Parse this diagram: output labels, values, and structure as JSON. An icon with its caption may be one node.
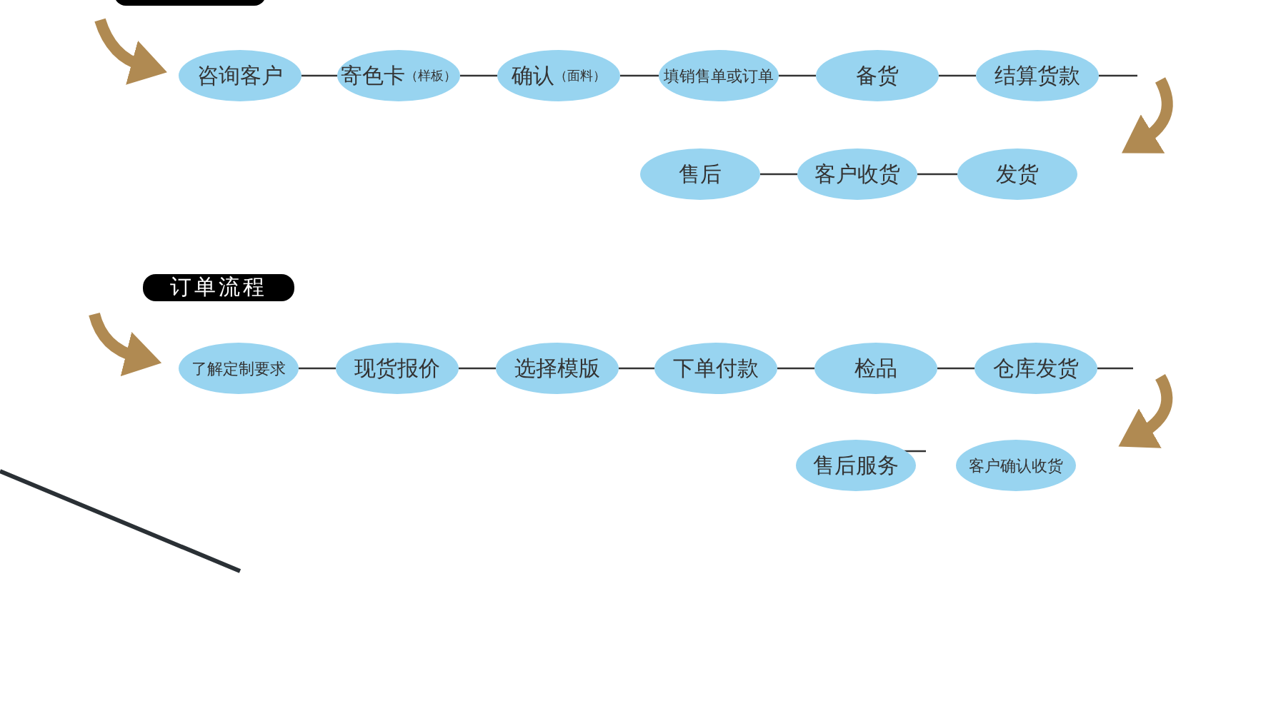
{
  "diagram": {
    "nodes": [
      {
        "text": [
          "咨询客户"
        ]
      },
      {
        "text": [
          "寄色卡",
          "（样板）"
        ]
      },
      {
        "text": [
          "确认",
          "（面料）"
        ]
      },
      {
        "text": [
          "填销售单或订单"
        ]
      },
      {
        "text": [
          "备货"
        ]
      },
      {
        "text": [
          "结算货款"
        ]
      },
      {
        "text": [
          "售后"
        ]
      },
      {
        "text": [
          "客户收货"
        ]
      },
      {
        "text": [
          "发货"
        ]
      },
      {
        "text": [
          "了解定制要求"
        ]
      },
      {
        "text": [
          "现货报价"
        ]
      },
      {
        "text": [
          "选择模版"
        ]
      },
      {
        "text": [
          "下单付款"
        ]
      },
      {
        "text": [
          "检品"
        ]
      },
      {
        "text": [
          "仓库发货"
        ]
      },
      {
        "text": [
          "售后服务"
        ]
      },
      {
        "text": [
          "客户确认收货"
        ]
      }
    ],
    "edges": [
      {
        "from": 0,
        "to": 1,
        "arrow": "none"
      },
      {
        "from": 1,
        "to": 2,
        "arrow": "none"
      },
      {
        "from": 2,
        "to": 3,
        "arrow": "none"
      },
      {
        "from": 3,
        "to": 4,
        "arrow": "none"
      },
      {
        "from": 4,
        "to": 5,
        "arrow": "none"
      },
      {
        "from": 5,
        "to": null,
        "arrow": "none"
      },
      {
        "from": 8,
        "to": 7,
        "arrow": "none"
      },
      {
        "from": 7,
        "to": 6,
        "arrow": "none"
      },
      {
        "from": 9,
        "to": 10,
        "arrow": "none"
      },
      {
        "from": 10,
        "to": 11,
        "arrow": "none"
      },
      {
        "from": 11,
        "to": 12,
        "arrow": "none"
      },
      {
        "from": 12,
        "to": 13,
        "arrow": "none"
      },
      {
        "from": 13,
        "to": 14,
        "arrow": "none"
      },
      {
        "from": 14,
        "to": null,
        "arrow": "none"
      },
      {
        "from": 15,
        "to": null,
        "arrow": "none"
      }
    ],
    "labels": [
      "订单流程"
    ]
  }
}
